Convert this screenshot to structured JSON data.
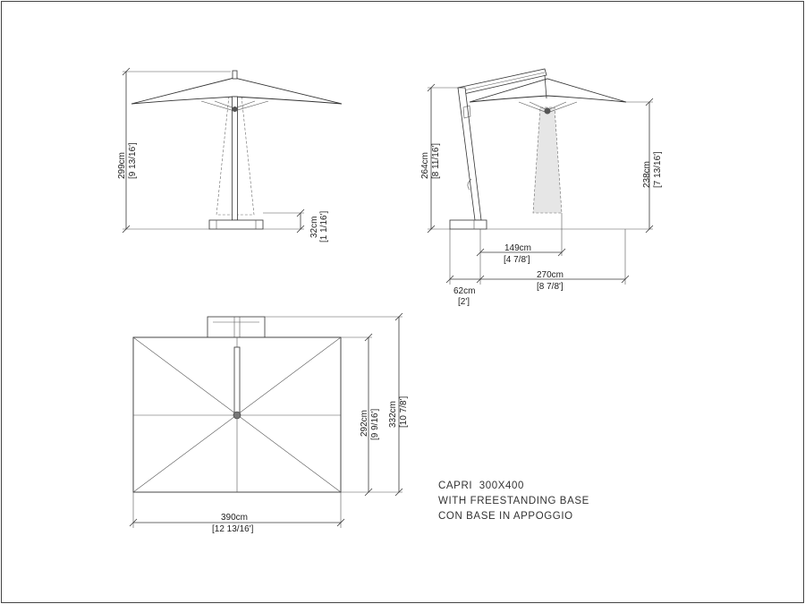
{
  "front_view": {
    "height_total": "299cm",
    "height_total_inch": "[9 13/16']",
    "base_height": "32cm",
    "base_height_inch": "[1 1/16']"
  },
  "side_view": {
    "height_total": "264cm",
    "height_total_inch": "[8 11/16']",
    "canopy_height": "238cm",
    "canopy_height_inch": "[7 13/16']",
    "offset": "149cm",
    "offset_inch": "[4 7/8']",
    "reach": "270cm",
    "reach_inch": "[8 7/8']",
    "base_width": "62cm",
    "base_width_inch": "[2']"
  },
  "top_view": {
    "width": "390cm",
    "width_inch": "[12 13/16']",
    "canopy_depth": "292cm",
    "canopy_depth_inch": "[9 9/16']",
    "overall_depth": "332cm",
    "overall_depth_inch": "[10 7/8']"
  },
  "caption": {
    "line1": "CAPRI  300X400",
    "line2": "WITH FREESTANDING BASE",
    "line3": "CON BASE IN APPOGGIO"
  }
}
